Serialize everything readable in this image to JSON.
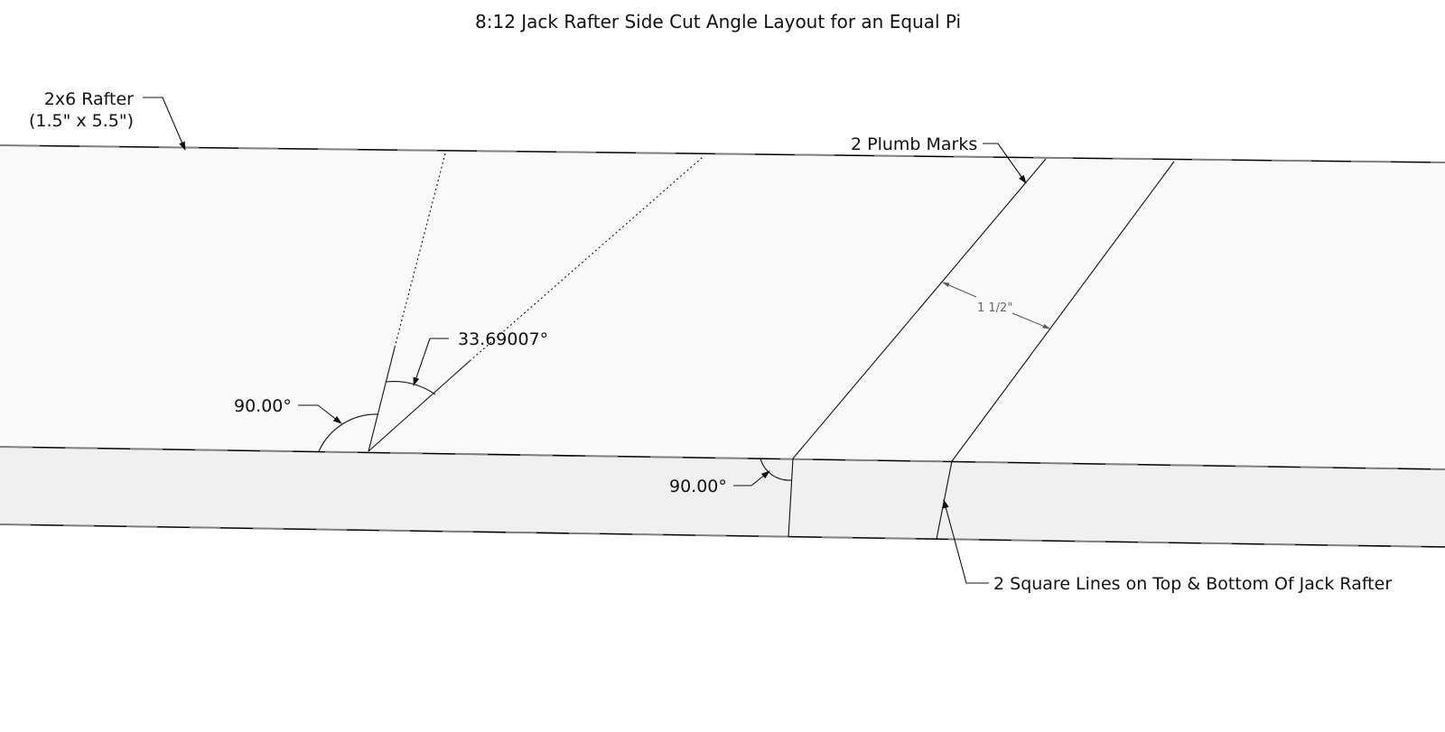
{
  "title": "8:12 Jack Rafter Side Cut Angle Layout for an Equal Pi",
  "colors": {
    "background": "#ffffff",
    "top_face": "#f9f9f9",
    "side_face": "#f0f0f0",
    "edge": "#000000",
    "edge_dash": "#808080",
    "dimension_text": "#666666"
  },
  "labels": {
    "rafter_line1": "2x6 Rafter",
    "rafter_line2": "(1.5\" x 5.5\")",
    "plumb_marks": "2 Plumb Marks",
    "side_cut_angle": "33.69007°",
    "angle_90_top": "90.00°",
    "angle_90_side": "90.00°",
    "spacing_dimension": "1 1/2\"",
    "square_lines": "2 Square Lines on Top & Bottom Of Jack Rafter"
  }
}
